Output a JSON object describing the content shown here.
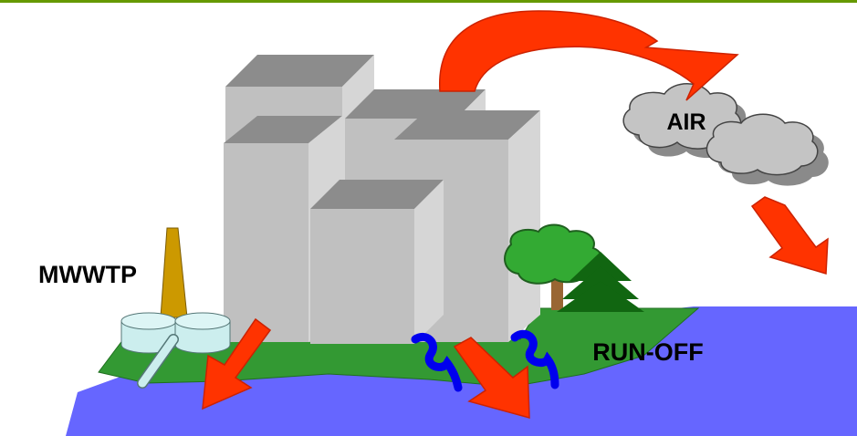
{
  "labels": {
    "air": "AIR",
    "mwwtp": "MWWTP",
    "run_off": "RUN-OFF"
  },
  "colors": {
    "top_rule": "#669900",
    "water": "#6666ff",
    "ground": "#339933",
    "arrow_fill": "#ff3300",
    "arrow_stroke": "#cc2200",
    "building_front": "#c0c0c0",
    "building_side": "#d6d6d6",
    "building_top": "#8c8c8c",
    "cloud": "#c4c4c4",
    "cloud_shadow": "#8a8a8a",
    "tree_canopy": "#33aa33",
    "conifer": "#116611",
    "trunk": "#996633",
    "chimney": "#cc9900",
    "tank": "#cceeee",
    "runoff_wave": "#0000ee"
  }
}
